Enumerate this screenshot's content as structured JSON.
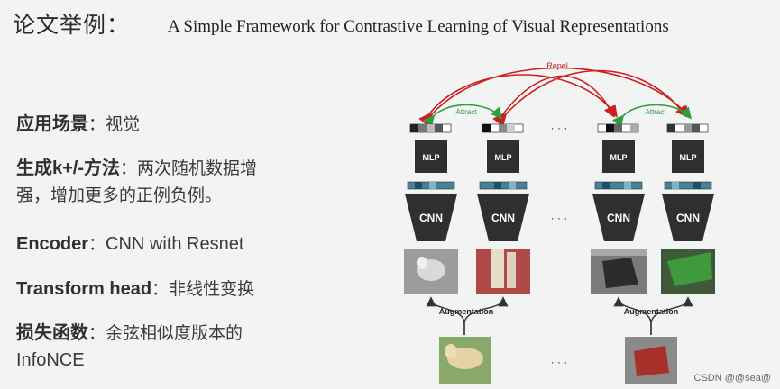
{
  "title": {
    "zh": "论文举例：",
    "en": "A Simple Framework for Contrastive Learning of Visual Representations"
  },
  "bullets": [
    {
      "key": "应用场景",
      "sep": "：",
      "value": "视觉"
    },
    {
      "key": "生成k+/-方法",
      "sep": "：",
      "value": "两次随机数据增",
      "value2": "强，增加更多的正例负例。"
    },
    {
      "key": "Encoder",
      "sep": "：",
      "value": "CNN with Resnet"
    },
    {
      "key": "Transform head",
      "sep": "：",
      "value": "非线性变换"
    },
    {
      "key": "损失函数",
      "sep": "：",
      "value": "余弦相似度版本的",
      "value2": "InfoNCE"
    }
  ],
  "diagram": {
    "repel_label": "Repel",
    "attract_label": "Attract",
    "mlp_label": "MLP",
    "cnn_label": "CNN",
    "augmentation_label": "Augmentation",
    "ellipsis": "· · ·",
    "colors": {
      "repel": "#cc1f1f",
      "attract": "#2e9e3e",
      "block": "#2f2f2f"
    }
  },
  "watermark": "CSDN @@sea@"
}
